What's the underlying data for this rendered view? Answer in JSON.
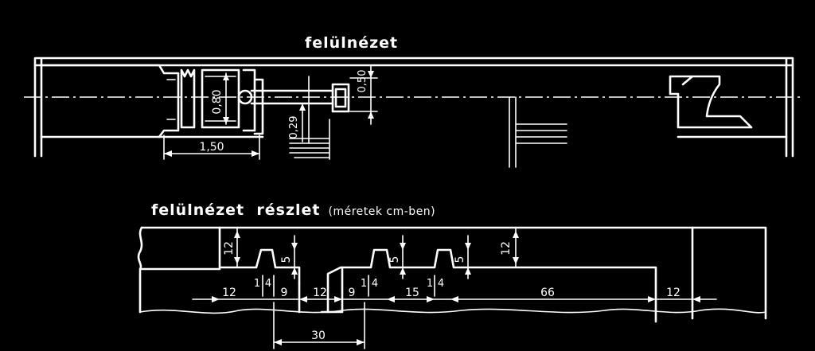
{
  "top_view": {
    "title": "felülnézet",
    "dims": {
      "width_150": "1,50",
      "height_080": "0,80",
      "offset_029": "0,29",
      "height_050": "0,50"
    }
  },
  "detail_view": {
    "title": "felülnézet  részlet",
    "note": "(méretek cm-ben)",
    "dims": {
      "d12_left": "12",
      "d1_a": "1",
      "d4_a": "4",
      "d9_a": "9",
      "d12_mid": "12",
      "d9_b": "9",
      "d1_b": "1",
      "d4_b": "4",
      "d15": "15",
      "d1_c": "1",
      "d4_c": "4",
      "d66": "66",
      "d12_right": "12",
      "d30": "30",
      "v12_left": "12",
      "v5_a": "5",
      "v5_b": "5",
      "v5_c": "5",
      "v12_right": "12"
    }
  }
}
